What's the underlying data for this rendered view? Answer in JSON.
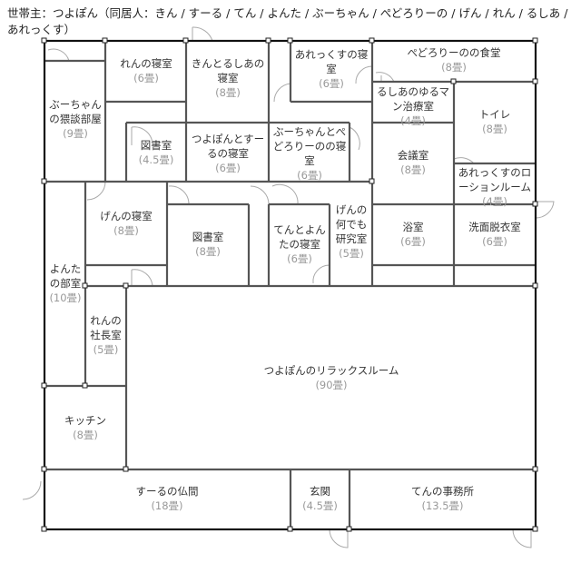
{
  "header": {
    "text": "世帯主：つよぽん（同居人：きん / すーる / てん / よんた / ぶーちゃん / ぺどろりーの / げん / れん / るしあ / あれっくす）"
  },
  "rooms": [
    {
      "name": "れんの寝室",
      "size": "(6畳)"
    },
    {
      "name": "きんとるしあの寝室",
      "size": "(8畳)"
    },
    {
      "name": "あれっくすの寝室",
      "size": "(6畳)"
    },
    {
      "name": "ぺどろりーのの食堂",
      "size": "(8畳)"
    },
    {
      "name": "ぶーちゃんの猥談部屋",
      "size": "(9畳)"
    },
    {
      "name": "るしあのゆるマン治療室",
      "size": "(4畳)"
    },
    {
      "name": "トイレ",
      "size": "(8畳)"
    },
    {
      "name": "図書室",
      "size": "(4.5畳)"
    },
    {
      "name": "つよぽんとすーるの寝室",
      "size": "(6畳)"
    },
    {
      "name": "ぶーちゃんとぺどろりーのの寝室",
      "size": "(6畳)"
    },
    {
      "name": "会議室",
      "size": "(8畳)"
    },
    {
      "name": "あれっくすのローションルーム",
      "size": "(4畳)"
    },
    {
      "name": "げんの寝室",
      "size": "(8畳)"
    },
    {
      "name": "図書室",
      "size": "(8畳)"
    },
    {
      "name": "てんとよんたの寝室",
      "size": "(6畳)"
    },
    {
      "name": "げんの何でも研究室",
      "size": "(5畳)"
    },
    {
      "name": "浴室",
      "size": "(6畳)"
    },
    {
      "name": "洗面脱衣室",
      "size": "(6畳)"
    },
    {
      "name": "よんたの部室",
      "size": "(10畳)"
    },
    {
      "name": "れんの社長室",
      "size": "(5畳)"
    },
    {
      "name": "つよぽんのリラックスルーム",
      "size": "(90畳)"
    },
    {
      "name": "キッチン",
      "size": "(8畳)"
    },
    {
      "name": "すーるの仏間",
      "size": "(18畳)"
    },
    {
      "name": "玄関",
      "size": "(4.5畳)"
    },
    {
      "name": "てんの事務所",
      "size": "(13.5畳)"
    }
  ]
}
